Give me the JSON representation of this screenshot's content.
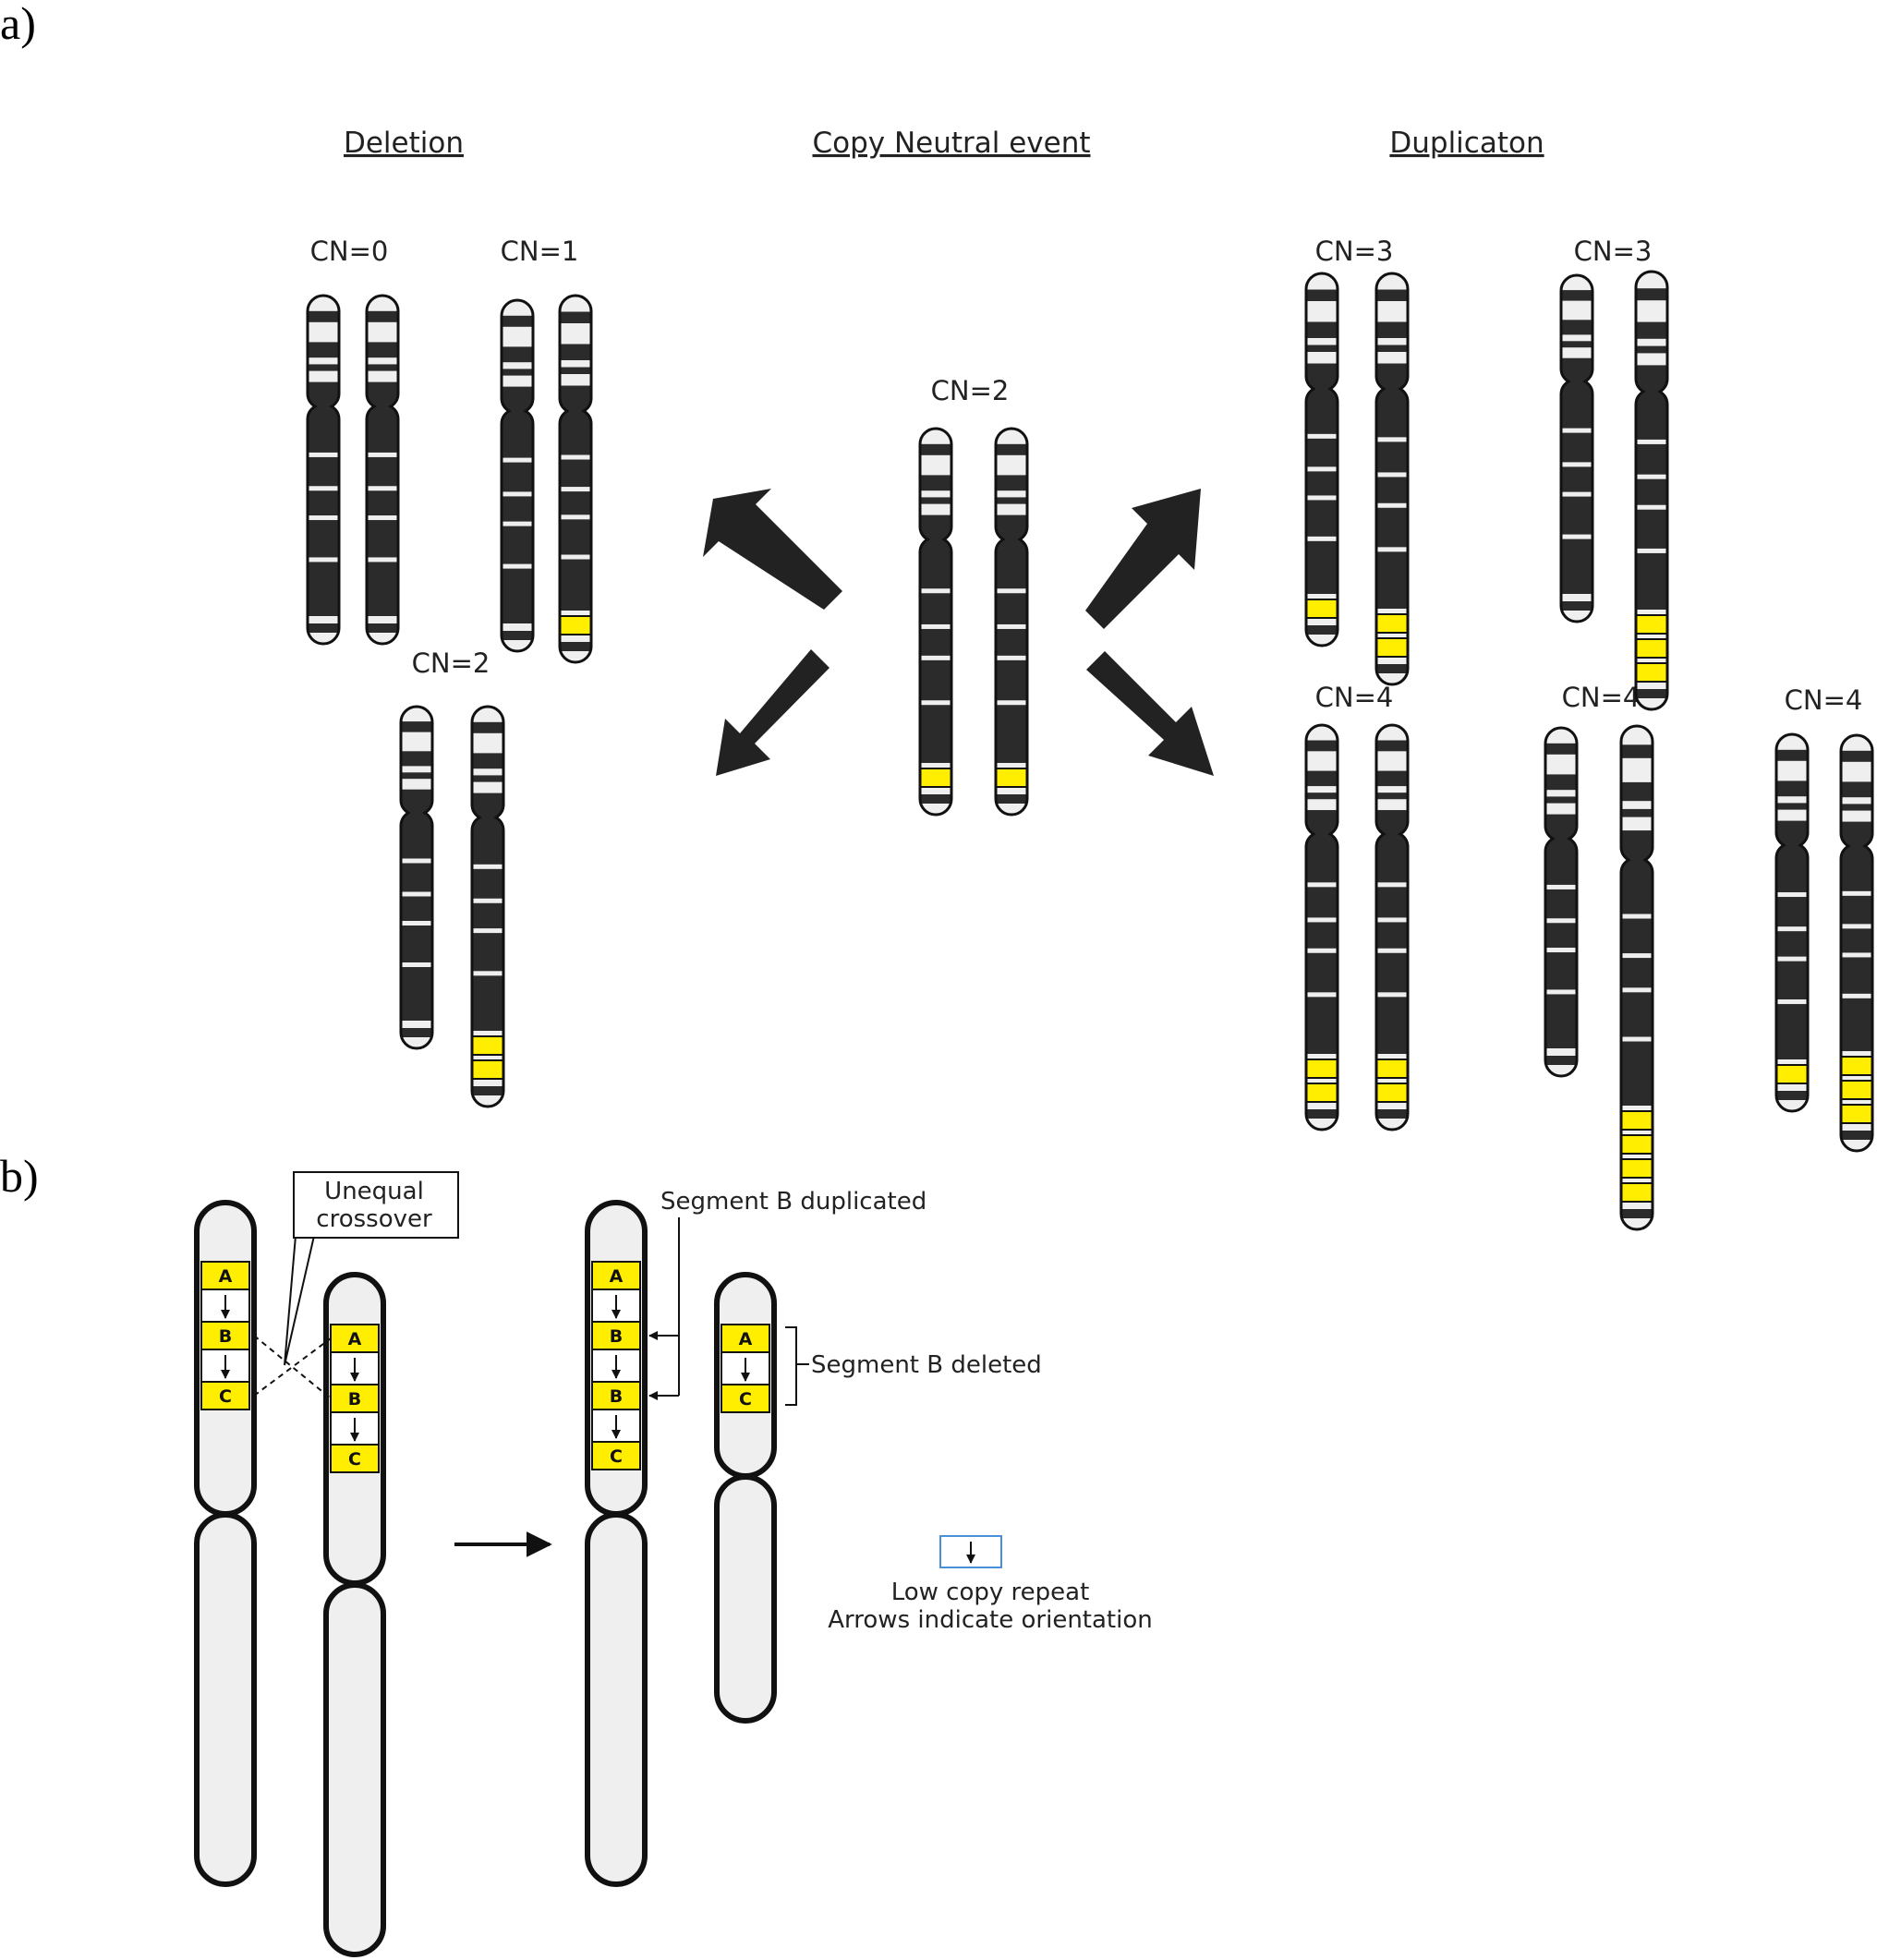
{
  "panels": {
    "a": "a)",
    "b": "b)"
  },
  "headings": {
    "deletion": "Deletion",
    "neutral": "Copy Neutral event",
    "duplication": "Duplicaton"
  },
  "cn_labels": [
    "CN=0",
    "CN=1",
    "CN=2",
    "CN=2",
    "CN=3",
    "CN=3",
    "CN=4",
    "CN=4",
    "CN=4"
  ],
  "segments": {
    "a": "A",
    "b": "B",
    "c": "C"
  },
  "callouts": {
    "crossover_line1": "Unequal",
    "crossover_line2": "crossover",
    "duplicated": "Segment B duplicated",
    "deleted": "Segment B deleted"
  },
  "legend": {
    "line1": "Low copy repeat",
    "line2": "Arrows indicate orientation"
  },
  "colors": {
    "band_dark": "#2b2b2b",
    "band_light": "#efefef",
    "highlight": "#ffee00",
    "legend_box": "#4a90d9"
  }
}
